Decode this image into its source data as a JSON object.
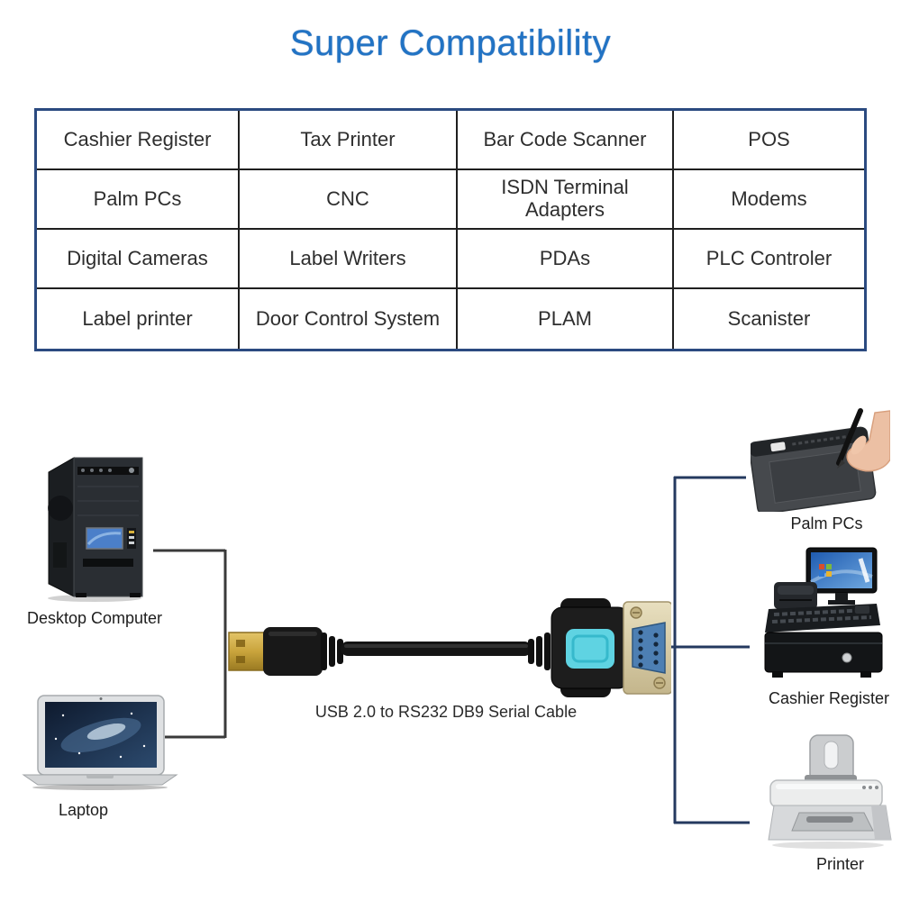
{
  "title": "Super Compatibility",
  "table": {
    "rows": [
      [
        "Cashier Register",
        "Tax Printer",
        "Bar Code Scanner",
        "POS"
      ],
      [
        "Palm PCs",
        "CNC",
        "ISDN Terminal\nAdapters",
        "Modems"
      ],
      [
        "Digital Cameras",
        "Label Writers",
        "PDAs",
        "PLC Controler"
      ],
      [
        "Label printer",
        "Door Control System",
        "PLAM",
        "Scanister"
      ]
    ]
  },
  "diagram": {
    "cable_label": "USB 2.0 to RS232 DB9 Serial Cable",
    "left_devices": [
      {
        "icon": "desktop-computer-image",
        "label": "Desktop Computer"
      },
      {
        "icon": "laptop-image",
        "label": "Laptop"
      }
    ],
    "right_devices": [
      {
        "icon": "palm-pcs-image",
        "label": "Palm PCs"
      },
      {
        "icon": "cashier-register-image",
        "label": "Cashier Register"
      },
      {
        "icon": "printer-image",
        "label": "Printer"
      }
    ]
  },
  "colors": {
    "title_blue": "#2173c4",
    "table_outer_border": "#2b4a80",
    "table_inner_border": "#1f1f1f",
    "connector_line_left": "#3a3a3a",
    "connector_line_right": "#24395f",
    "cable_cyan": "#5fd3e2",
    "usb_gold": "#c9a43c",
    "dsub_blue": "#4d7fb3",
    "metal_plate": "#d8cca6"
  }
}
